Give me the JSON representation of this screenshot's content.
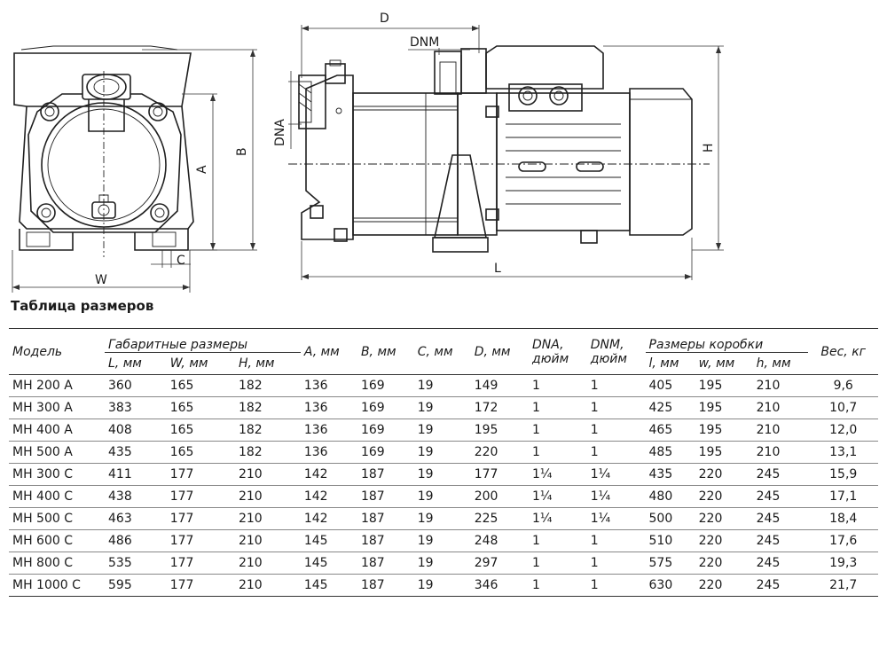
{
  "diagram": {
    "labels": {
      "W": "W",
      "C": "C",
      "A": "A",
      "B": "B",
      "D": "D",
      "DNM": "DNM",
      "DNA": "DNA",
      "H": "H",
      "L": "L"
    }
  },
  "table": {
    "title": "Таблица размеров",
    "headers": {
      "model": "Модель",
      "overall_group": "Габаритные размеры",
      "L": "L, мм",
      "W": "W, мм",
      "H": "H, мм",
      "A": "A, мм",
      "B": "B, мм",
      "C": "C, мм",
      "D": "D, мм",
      "DNA_1": "DNA,",
      "DNA_2": "дюйм",
      "DNM_1": "DNM,",
      "DNM_2": "дюйм",
      "box_group": "Размеры коробки",
      "l": "l, мм",
      "w": "w, мм",
      "h": "h, мм",
      "weight": "Вес, кг"
    },
    "rows": [
      [
        "MH 200 A",
        "360",
        "165",
        "182",
        "136",
        "169",
        "19",
        "149",
        "1",
        "1",
        "405",
        "195",
        "210",
        "9,6"
      ],
      [
        "MH 300 A",
        "383",
        "165",
        "182",
        "136",
        "169",
        "19",
        "172",
        "1",
        "1",
        "425",
        "195",
        "210",
        "10,7"
      ],
      [
        "MH 400 A",
        "408",
        "165",
        "182",
        "136",
        "169",
        "19",
        "195",
        "1",
        "1",
        "465",
        "195",
        "210",
        "12,0"
      ],
      [
        "MH 500 A",
        "435",
        "165",
        "182",
        "136",
        "169",
        "19",
        "220",
        "1",
        "1",
        "485",
        "195",
        "210",
        "13,1"
      ],
      [
        "MH 300 C",
        "411",
        "177",
        "210",
        "142",
        "187",
        "19",
        "177",
        "1¼",
        "1¼",
        "435",
        "220",
        "245",
        "15,9"
      ],
      [
        "MH 400 C",
        "438",
        "177",
        "210",
        "142",
        "187",
        "19",
        "200",
        "1¼",
        "1¼",
        "480",
        "220",
        "245",
        "17,1"
      ],
      [
        "MH 500 C",
        "463",
        "177",
        "210",
        "142",
        "187",
        "19",
        "225",
        "1¼",
        "1¼",
        "500",
        "220",
        "245",
        "18,4"
      ],
      [
        "MH 600 C",
        "486",
        "177",
        "210",
        "145",
        "187",
        "19",
        "248",
        "1",
        "1",
        "510",
        "220",
        "245",
        "17,6"
      ],
      [
        "MH 800 C",
        "535",
        "177",
        "210",
        "145",
        "187",
        "19",
        "297",
        "1",
        "1",
        "575",
        "220",
        "245",
        "19,3"
      ],
      [
        "MH 1000 C",
        "595",
        "177",
        "210",
        "145",
        "187",
        "19",
        "346",
        "1",
        "1",
        "630",
        "220",
        "245",
        "21,7"
      ]
    ]
  }
}
